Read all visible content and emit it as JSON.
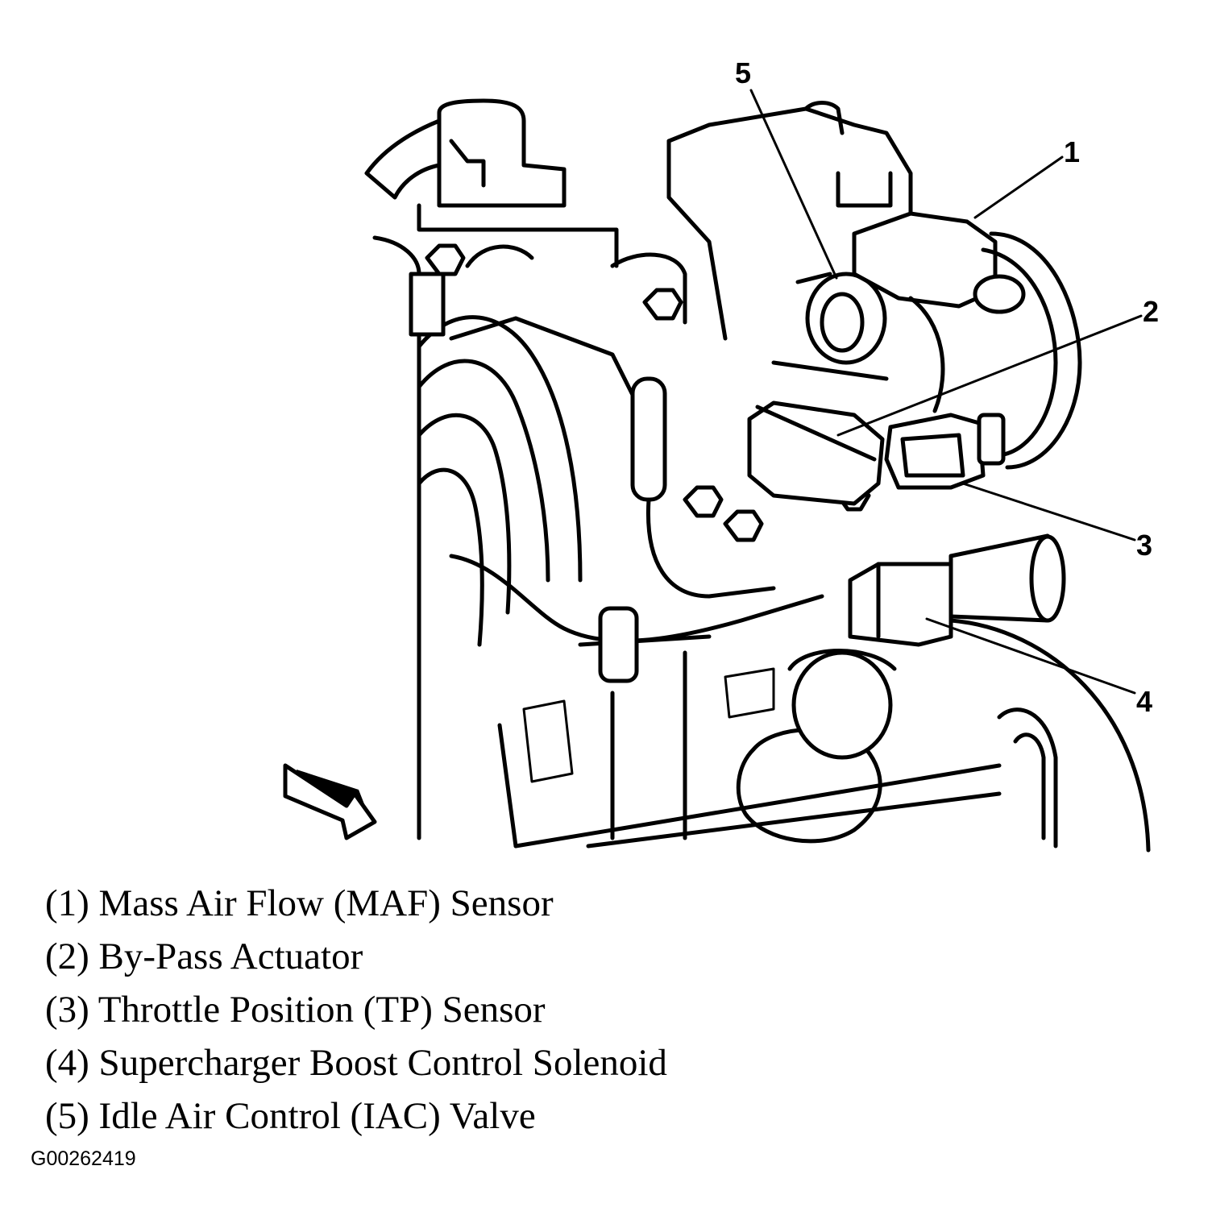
{
  "callouts": [
    {
      "id": "1",
      "label": "1"
    },
    {
      "id": "2",
      "label": "2"
    },
    {
      "id": "3",
      "label": "3"
    },
    {
      "id": "4",
      "label": "4"
    },
    {
      "id": "5",
      "label": "5"
    }
  ],
  "legend": [
    {
      "id": "1",
      "text": "(1) Mass Air Flow (MAF) Sensor"
    },
    {
      "id": "2",
      "text": "(2) By-Pass Actuator"
    },
    {
      "id": "3",
      "text": "(3) Throttle Position (TP) Sensor"
    },
    {
      "id": "4",
      "text": "(4) Supercharger Boost Control Solenoid"
    },
    {
      "id": "5",
      "text": "(5) Idle Air Control (IAC) Valve"
    }
  ],
  "figure_id": "G00262419",
  "icons": {
    "direction_arrow": "front-direction-arrow-icon"
  }
}
